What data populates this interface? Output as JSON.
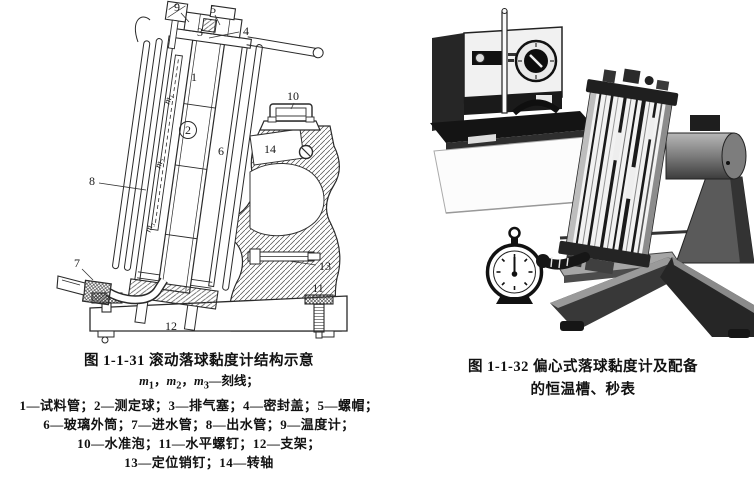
{
  "page": {
    "background": "#ffffff",
    "ink": "#1a1a1a",
    "photo_grays": [
      "#111111",
      "#3a3a3a",
      "#6a6a6a",
      "#9a9a9a",
      "#f2f2f2"
    ]
  },
  "figure1": {
    "caption_title": "图 1-1-31  滚动落球黏度计结构示意",
    "mline": {
      "m1": "m",
      "sub1": "1",
      "sep1": "，",
      "m2": "m",
      "sub2": "2",
      "sep2": "，",
      "m3": "m",
      "sub3": "3",
      "tail": "—刻线；"
    },
    "parts_lines": [
      "1—试料管；2—测定球；3—排气塞；4—密封盖；5—螺帽；",
      "6—玻璃外筒；7—进水管；8—出水管；9—温度计；",
      "10—水准泡；11—水平螺钉；12—支架；",
      "13—定位销钉；14—转轴"
    ],
    "labels": {
      "l1": "1",
      "l2": "2",
      "l3": "3",
      "l4": "4",
      "l5": "5",
      "l6": "6",
      "l7": "7",
      "l8": "8",
      "l9": "9",
      "l10": "10",
      "l11": "11",
      "l12": "12",
      "l13": "13",
      "l14": "14",
      "m1": "m₁",
      "m2": "m₂",
      "m3": "m₃"
    }
  },
  "figure2": {
    "caption_line1": "图 1-1-32  偏心式落球黏度计及配备",
    "caption_line2": "的恒温槽、秒表"
  }
}
